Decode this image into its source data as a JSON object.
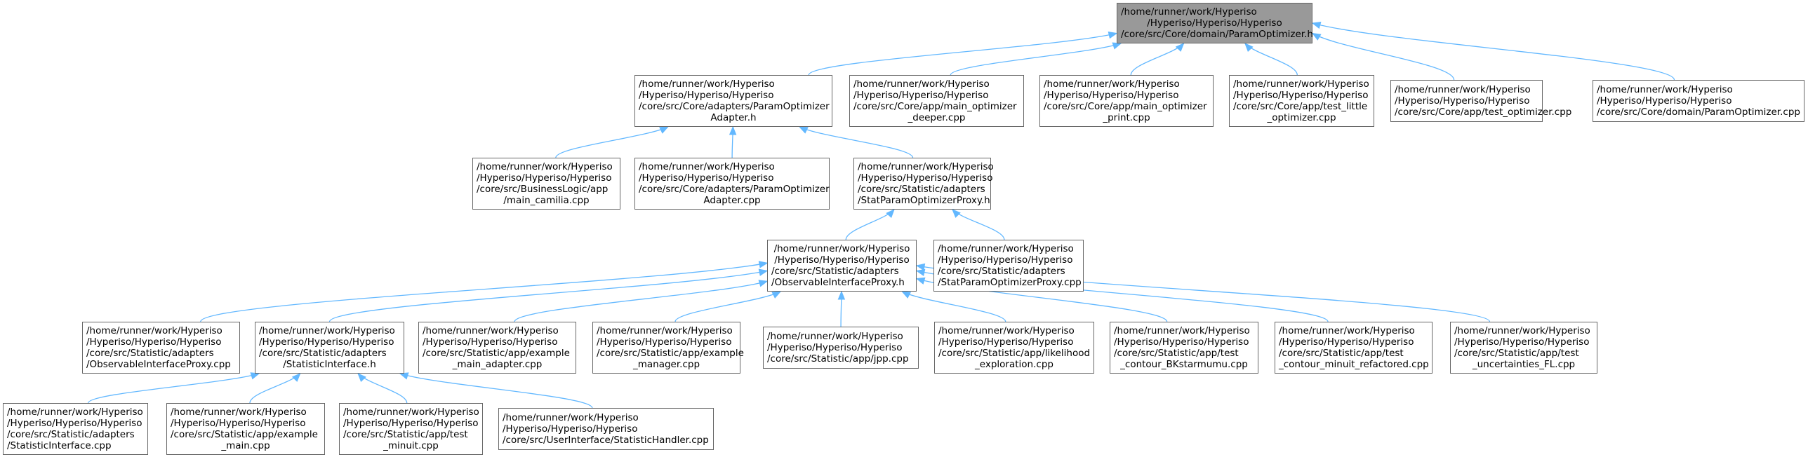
{
  "graph": {
    "nodes": [
      {
        "id": "n0",
        "root": true,
        "lines": [
          "/home/runner/work/Hyperiso",
          "/Hyperiso/Hyperiso/Hyperiso",
          "/core/src/Core/domain/ParamOptimizer.h"
        ],
        "align": [
          "l",
          "c",
          "l"
        ]
      },
      {
        "id": "n1",
        "lines": [
          "/home/runner/work/Hyperiso",
          "/Hyperiso/Hyperiso/Hyperiso",
          "/core/src/Core/adapters/ParamOptimizer",
          "Adapter.h"
        ],
        "align": [
          "l",
          "l",
          "l",
          "c"
        ]
      },
      {
        "id": "n2",
        "lines": [
          "/home/runner/work/Hyperiso",
          "/Hyperiso/Hyperiso/Hyperiso",
          "/core/src/Core/app/main_optimizer",
          "_deeper.cpp"
        ],
        "align": [
          "l",
          "l",
          "l",
          "c"
        ]
      },
      {
        "id": "n3",
        "lines": [
          "/home/runner/work/Hyperiso",
          "/Hyperiso/Hyperiso/Hyperiso",
          "/core/src/Core/app/main_optimizer",
          "_print.cpp"
        ],
        "align": [
          "l",
          "l",
          "l",
          "c"
        ]
      },
      {
        "id": "n4",
        "lines": [
          "/home/runner/work/Hyperiso",
          "/Hyperiso/Hyperiso/Hyperiso",
          "/core/src/Core/app/test_little",
          "_optimizer.cpp"
        ],
        "align": [
          "l",
          "l",
          "l",
          "c"
        ]
      },
      {
        "id": "n5",
        "lines": [
          "/home/runner/work/Hyperiso",
          "/Hyperiso/Hyperiso/Hyperiso",
          "/core/src/Core/app/test_optimizer.cpp"
        ],
        "align": [
          "l",
          "l",
          "l"
        ]
      },
      {
        "id": "n6",
        "lines": [
          "/home/runner/work/Hyperiso",
          "/Hyperiso/Hyperiso/Hyperiso",
          "/core/src/Core/domain/ParamOptimizer.cpp"
        ],
        "align": [
          "l",
          "l",
          "l"
        ]
      },
      {
        "id": "n7",
        "lines": [
          "/home/runner/work/Hyperiso",
          "/Hyperiso/Hyperiso/Hyperiso",
          "/core/src/BusinessLogic/app",
          "/main_camilia.cpp"
        ],
        "align": [
          "l",
          "l",
          "l",
          "c"
        ]
      },
      {
        "id": "n8",
        "lines": [
          "/home/runner/work/Hyperiso",
          "/Hyperiso/Hyperiso/Hyperiso",
          "/core/src/Core/adapters/ParamOptimizer",
          "Adapter.cpp"
        ],
        "align": [
          "l",
          "l",
          "l",
          "c"
        ]
      },
      {
        "id": "n9",
        "lines": [
          "/home/runner/work/Hyperiso",
          "/Hyperiso/Hyperiso/Hyperiso",
          "/core/src/Statistic/adapters",
          "/StatParamOptimizerProxy.h"
        ],
        "align": [
          "l",
          "l",
          "l",
          "l"
        ]
      },
      {
        "id": "n10",
        "lines": [
          "/home/runner/work/Hyperiso",
          "/Hyperiso/Hyperiso/Hyperiso",
          "/core/src/Statistic/adapters",
          "/ObservableInterfaceProxy.h"
        ],
        "align": [
          "c",
          "c",
          "l",
          "l"
        ]
      },
      {
        "id": "n11",
        "lines": [
          "/home/runner/work/Hyperiso",
          "/Hyperiso/Hyperiso/Hyperiso",
          "/core/src/Statistic/adapters",
          "/StatParamOptimizerProxy.cpp"
        ],
        "align": [
          "l",
          "l",
          "l",
          "l"
        ]
      },
      {
        "id": "n12",
        "lines": [
          "/home/runner/work/Hyperiso",
          "/Hyperiso/Hyperiso/Hyperiso",
          "/core/src/Statistic/adapters",
          "/ObservableInterfaceProxy.cpp"
        ],
        "align": [
          "l",
          "l",
          "l",
          "l"
        ]
      },
      {
        "id": "n13",
        "lines": [
          "/home/runner/work/Hyperiso",
          "/Hyperiso/Hyperiso/Hyperiso",
          "/core/src/Statistic/adapters",
          "/StatisticInterface.h"
        ],
        "align": [
          "l",
          "l",
          "l",
          "c"
        ]
      },
      {
        "id": "n14",
        "lines": [
          "/home/runner/work/Hyperiso",
          "/Hyperiso/Hyperiso/Hyperiso",
          "/core/src/Statistic/app/example",
          "_main_adapter.cpp"
        ],
        "align": [
          "l",
          "l",
          "l",
          "c"
        ]
      },
      {
        "id": "n15",
        "lines": [
          "/home/runner/work/Hyperiso",
          "/Hyperiso/Hyperiso/Hyperiso",
          "/core/src/Statistic/app/example",
          "_manager.cpp"
        ],
        "align": [
          "l",
          "l",
          "l",
          "c"
        ]
      },
      {
        "id": "n16",
        "lines": [
          "/home/runner/work/Hyperiso",
          "/Hyperiso/Hyperiso/Hyperiso",
          "/core/src/Statistic/app/jpp.cpp"
        ],
        "align": [
          "l",
          "l",
          "l"
        ]
      },
      {
        "id": "n17",
        "lines": [
          "/home/runner/work/Hyperiso",
          "/Hyperiso/Hyperiso/Hyperiso",
          "/core/src/Statistic/app/likelihood",
          "_exploration.cpp"
        ],
        "align": [
          "l",
          "l",
          "l",
          "c"
        ]
      },
      {
        "id": "n18",
        "lines": [
          "/home/runner/work/Hyperiso",
          "/Hyperiso/Hyperiso/Hyperiso",
          "/core/src/Statistic/app/test",
          "_contour_BKstarmumu.cpp"
        ],
        "align": [
          "l",
          "l",
          "l",
          "c"
        ]
      },
      {
        "id": "n19",
        "lines": [
          "/home/runner/work/Hyperiso",
          "/Hyperiso/Hyperiso/Hyperiso",
          "/core/src/Statistic/app/test",
          "_contour_minuit_refactored.cpp"
        ],
        "align": [
          "l",
          "l",
          "l",
          "c"
        ]
      },
      {
        "id": "n20",
        "lines": [
          "/home/runner/work/Hyperiso",
          "/Hyperiso/Hyperiso/Hyperiso",
          "/core/src/Statistic/app/test",
          "_uncertainties_FL.cpp"
        ],
        "align": [
          "l",
          "l",
          "l",
          "c"
        ]
      },
      {
        "id": "n21",
        "lines": [
          "/home/runner/work/Hyperiso",
          "/Hyperiso/Hyperiso/Hyperiso",
          "/core/src/Statistic/adapters",
          "/StatisticInterface.cpp"
        ],
        "align": [
          "l",
          "l",
          "l",
          "l"
        ]
      },
      {
        "id": "n22",
        "lines": [
          "/home/runner/work/Hyperiso",
          "/Hyperiso/Hyperiso/Hyperiso",
          "/core/src/Statistic/app/example",
          "_main.cpp"
        ],
        "align": [
          "l",
          "l",
          "l",
          "c"
        ]
      },
      {
        "id": "n23",
        "lines": [
          "/home/runner/work/Hyperiso",
          "/Hyperiso/Hyperiso/Hyperiso",
          "/core/src/Statistic/app/test",
          "_minuit.cpp"
        ],
        "align": [
          "l",
          "l",
          "l",
          "c"
        ]
      },
      {
        "id": "n24",
        "lines": [
          "/home/runner/work/Hyperiso",
          "/Hyperiso/Hyperiso/Hyperiso",
          "/core/src/UserInterface/StatisticHandler.cpp"
        ],
        "align": [
          "l",
          "l",
          "l"
        ]
      }
    ],
    "edges": [
      [
        "n1",
        "n0"
      ],
      [
        "n2",
        "n0"
      ],
      [
        "n3",
        "n0"
      ],
      [
        "n4",
        "n0"
      ],
      [
        "n5",
        "n0"
      ],
      [
        "n6",
        "n0"
      ],
      [
        "n7",
        "n1"
      ],
      [
        "n8",
        "n1"
      ],
      [
        "n9",
        "n1"
      ],
      [
        "n10",
        "n9"
      ],
      [
        "n11",
        "n9"
      ],
      [
        "n12",
        "n10"
      ],
      [
        "n13",
        "n10"
      ],
      [
        "n14",
        "n10"
      ],
      [
        "n15",
        "n10"
      ],
      [
        "n16",
        "n10"
      ],
      [
        "n17",
        "n10"
      ],
      [
        "n18",
        "n10"
      ],
      [
        "n19",
        "n10"
      ],
      [
        "n20",
        "n10"
      ],
      [
        "n21",
        "n13"
      ],
      [
        "n22",
        "n13"
      ],
      [
        "n23",
        "n13"
      ],
      [
        "n24",
        "n13"
      ]
    ],
    "edge_color": "#63b8ff",
    "root_fill": "#999999",
    "node_border": "#666666"
  }
}
